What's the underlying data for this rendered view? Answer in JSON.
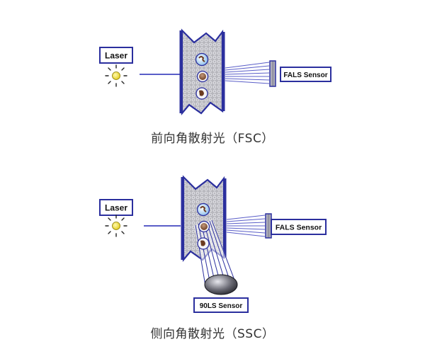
{
  "panels": {
    "fsc": {
      "laser_label": "Laser",
      "sensor_label": "FALS Sensor",
      "caption": "前向角散射光（FSC）"
    },
    "ssc": {
      "laser_label": "Laser",
      "sensor_label": "FALS Sensor",
      "side_sensor_label": "90LS Sensor",
      "caption": "侧向角散射光（SSC）"
    }
  },
  "colors": {
    "frame": "#2b2f9e",
    "beam": "#5a5ec8",
    "laser_bulb": "#f2e21a",
    "sensor": "#9a9aaa"
  }
}
